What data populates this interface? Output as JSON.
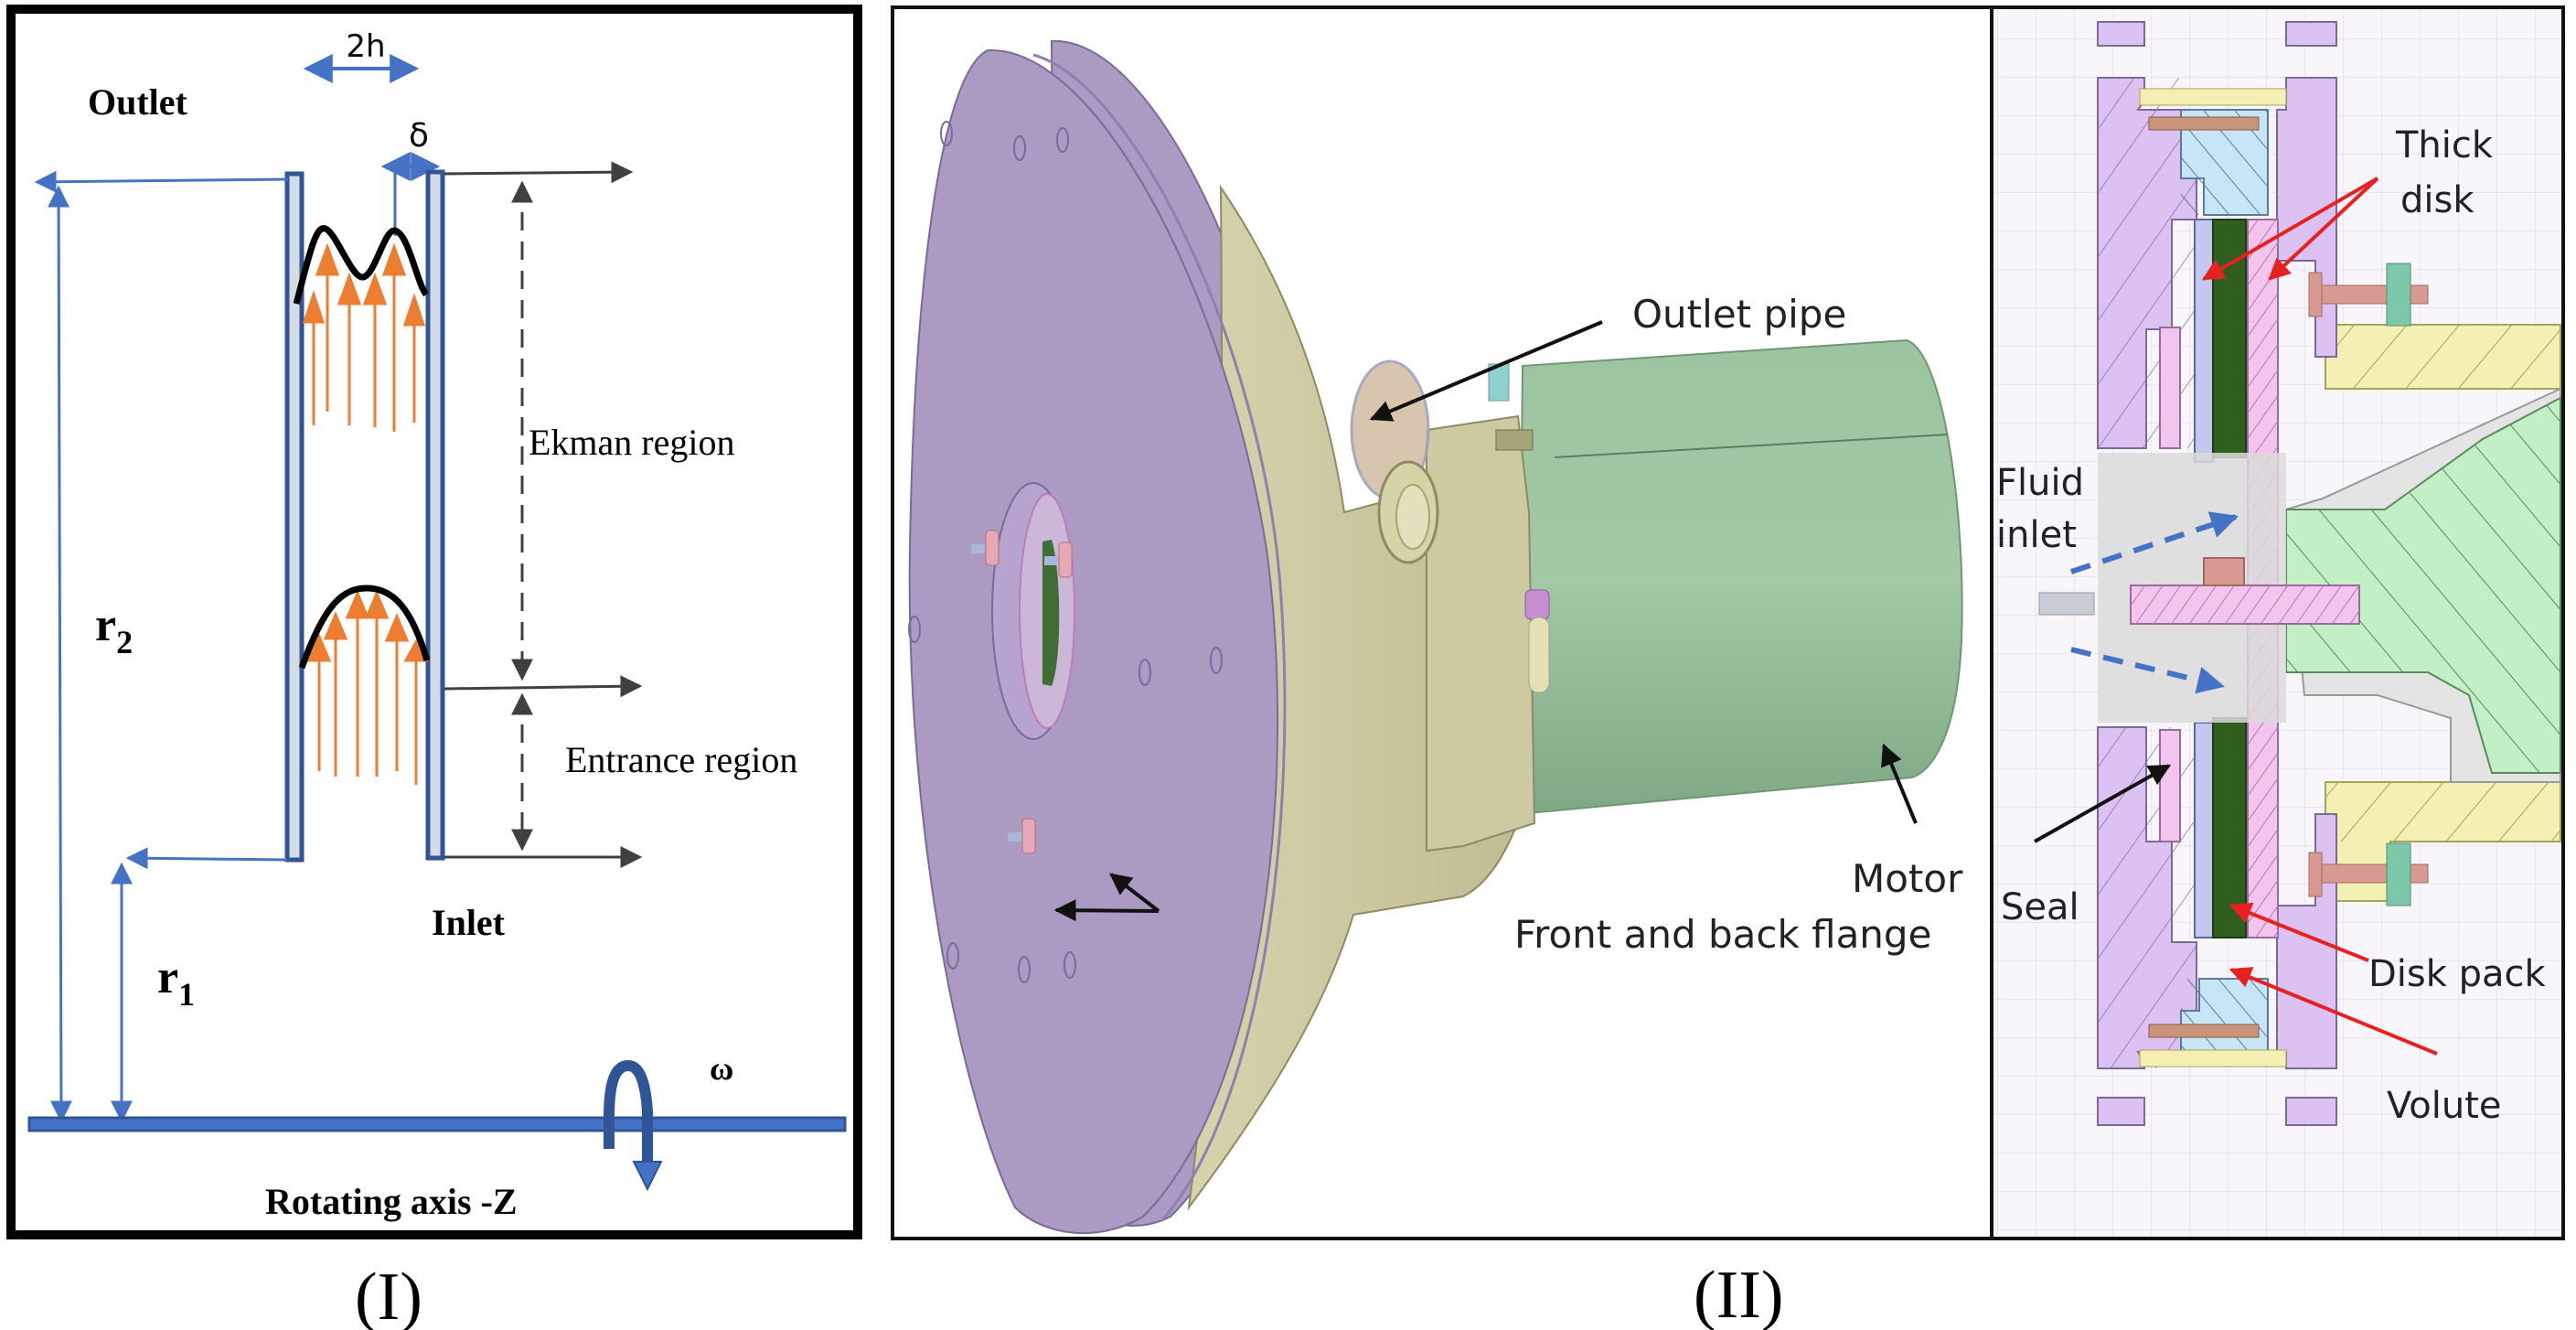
{
  "panel_i": {
    "caption": "(I)",
    "labels": {
      "gap_width": "2h",
      "outlet": "Outlet",
      "boundary_thickness": "δ",
      "ekman_region": "Ekman region",
      "entrance_region": "Entrance region",
      "inlet": "Inlet",
      "outer_radius_symbol": "r",
      "outer_radius_sub": "2",
      "inner_radius_symbol": "r",
      "inner_radius_sub": "1",
      "angular_velocity": "ω",
      "rotating_axis": "Rotating axis -Z"
    },
    "colors": {
      "plate_stroke": "#2f5597",
      "plate_fill": "#d6dce5",
      "dimension_blue": "#4472c4",
      "velocity_arrow": "#ed7d31",
      "profile": "#000000",
      "region_arrow": "#404040"
    }
  },
  "panel_ii": {
    "caption": "(II)",
    "assembly_labels": {
      "outlet_pipe": "Outlet pipe",
      "motor": "Motor",
      "flange": "Front and back flange"
    },
    "section_labels": {
      "thick_disk_line1": "Thick",
      "thick_disk_line2": "disk",
      "fluid_inlet_line1": "Fluid",
      "fluid_inlet_line2": "inlet",
      "seal": "Seal",
      "disk_pack": "Disk pack",
      "volute": "Volute"
    },
    "colors": {
      "flange": "#ab9bc3",
      "volute_body": "#c9c59b",
      "motor": "#93bb98",
      "section_flange": "#dcc2f2",
      "section_disk_pack": "#2f5e1f",
      "section_thick_disk": "#f2c4ee",
      "section_housing": "#c6e6f7",
      "section_shaft": "#c3efc6",
      "section_support": "#f4f0b4",
      "callout_red": "#e8201f",
      "inlet_flow": "#4472c4"
    }
  }
}
